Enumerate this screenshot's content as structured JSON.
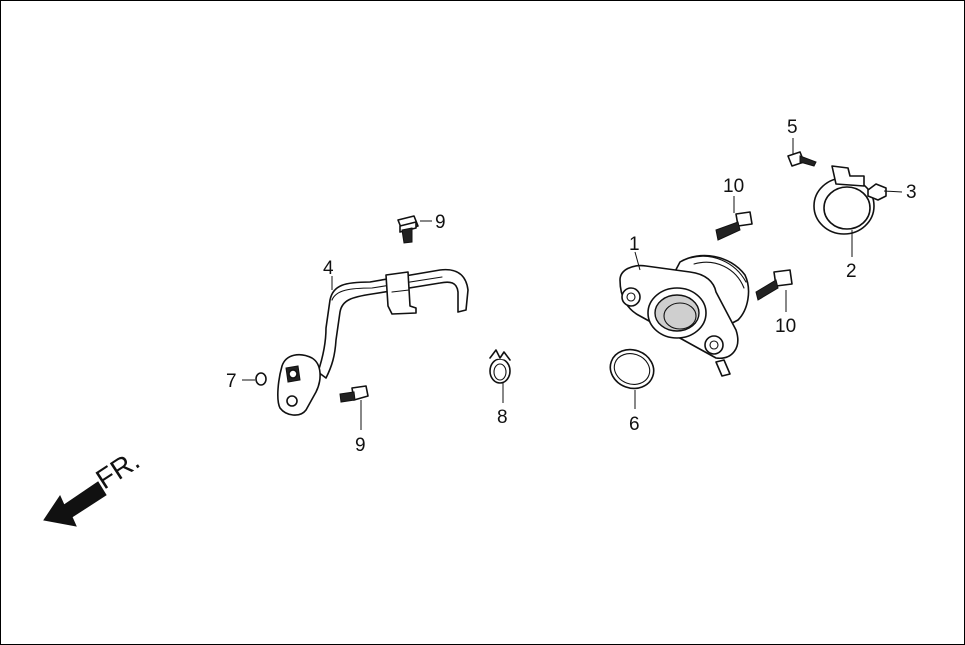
{
  "callouts": {
    "c1": "1",
    "c2": "2",
    "c3": "3",
    "c4": "4",
    "c5": "5",
    "c6": "6",
    "c7": "7",
    "c8": "8",
    "c9_top": "9",
    "c9_bottom": "9",
    "c10_top": "10",
    "c10_bottom": "10"
  },
  "direction_label": "FR.",
  "colors": {
    "line": "#111111",
    "background": "#ffffff"
  }
}
